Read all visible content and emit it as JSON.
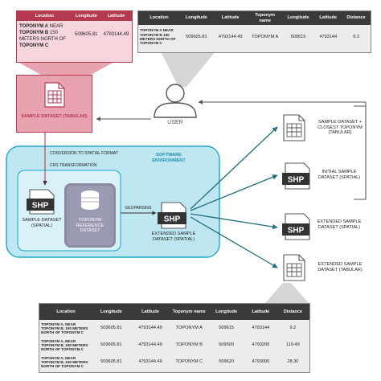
{
  "top_left_table": {
    "headers": [
      "Location",
      "Longitude",
      "Latitude"
    ],
    "row": {
      "location_line1_bold": "TOPONYM A",
      "location_line1_rest": " NEAR",
      "location_line2_bold": "TOPONYM B",
      "location_line2_rest": " 150",
      "location_line3": "METERS NORTH OF",
      "location_line4_bold": "TOPONYM C",
      "longitude": "509605.81",
      "latitude": "4793144.49"
    }
  },
  "top_right_table": {
    "headers": [
      "Location",
      "Longitude",
      "Latitude",
      "Toponym name",
      "Longitude",
      "Latitude",
      "Distance"
    ],
    "row": {
      "location": "TOPONYM A NEAR TOPONYM B 150 METERS NORTH OF TOPONYM C",
      "longitude": "509605.81",
      "latitude": "4793144.49",
      "toponym_name": "TOPONYM A",
      "t_longitude": "509615",
      "t_latitude": "4793144",
      "distance": "9.2"
    }
  },
  "bottom_table": {
    "headers": [
      "Location",
      "Longitude",
      "Latitude",
      "Toponym name",
      "Longitude",
      "Latitude",
      "Distance"
    ],
    "rows": [
      {
        "location": "TOPONYM A, NEAR TOPONYM B, 150 METERS NORTH OF TOPONYM C",
        "longitude": "509605.81",
        "latitude": "4793144.49",
        "toponym_name": "TOPONYM A",
        "t_longitude": "509615",
        "t_latitude": "4793144",
        "distance": "9.2"
      },
      {
        "location": "TOPONYM A, NEAR TOPONYM B, 150 METERS NORTH OF TOPONYM C",
        "longitude": "509605.81",
        "latitude": "4793144.49",
        "toponym_name": "TOPONYM B",
        "t_longitude": "509500",
        "t_latitude": "4793200",
        "distance": "119.49"
      },
      {
        "location": "TOPONYM A, NEAR TOPONYM B, 150 METERS NORTH OF TOPONYM C",
        "longitude": "509605.81",
        "latitude": "4793144.49",
        "toponym_name": "TOPONYM C",
        "t_longitude": "509620",
        "t_latitude": "4793000",
        "distance": "28.30"
      }
    ]
  },
  "labels": {
    "sample_dataset_tabular": "SAMPLE DATASET (TABULAR)",
    "user": "USER",
    "conversion": "CONVERSION TO SPATIAL FORMAT",
    "crs": "CRS TRANSFORMATION",
    "software_env_line1": "SOFTWARE",
    "software_env_line2": "ENVIRONMENT",
    "sample_dataset_spatial": "SAMPLE DATASET (SPATIAL)",
    "toponym_reference": "TOPONYM REFERENCE DATASET",
    "geoparsing": "GEOPARSING",
    "extended_spatial_center": "EXTENDED SAMPLE DATASET (SPATIAL)",
    "out1": "SAMPLE DATASET + CLOSEST TOPONYM (TABULAR)",
    "out2": "INITIAL SAMPLE DATASET (SPATIAL)",
    "out3": "EXTENDED SAMPLE DATASET (SPATIAL)",
    "out4": "EXTENDED SAMPLE DATASET (TABULAR)",
    "shp": "SHP"
  },
  "colors": {
    "red": "#b5394f",
    "pink_light": "#e8a2b0",
    "pink_pale": "#f6d6dc",
    "cyan_light": "#bfe7f2",
    "cyan_border": "#1aa6c9",
    "cyan_inner": "#d9f1f8",
    "dark_header": "#3a3a3a",
    "teal_arrow": "#1f6f80",
    "grey": "#555555"
  }
}
